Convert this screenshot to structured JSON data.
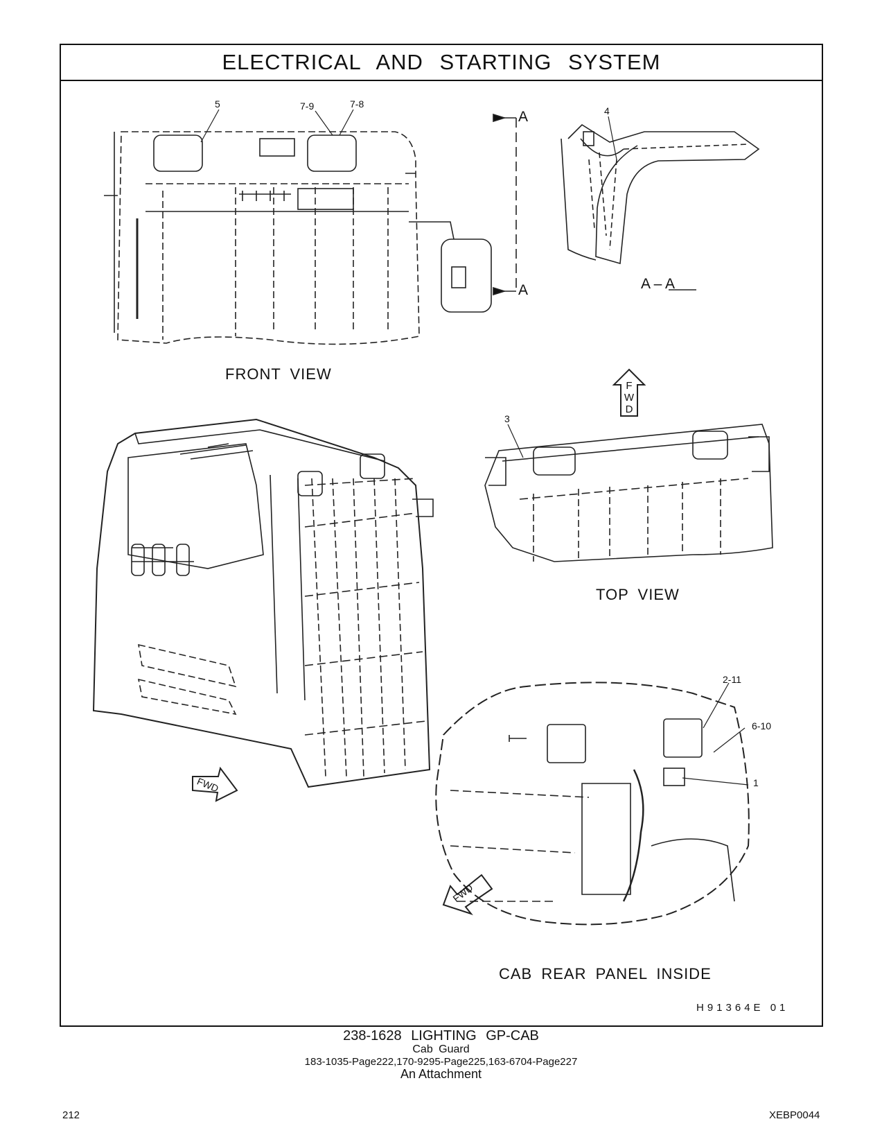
{
  "header": {
    "title": "ELECTRICAL AND STARTING SYSTEM"
  },
  "callouts": {
    "c5": "5",
    "c7_9": "7-9",
    "c7_8": "7-8",
    "c4": "4",
    "c3": "3",
    "c2_11": "2-11",
    "c6_10": "6-10",
    "c1": "1"
  },
  "section": {
    "a_top": "A",
    "a_bottom": "A",
    "a_a": "A – A"
  },
  "views": {
    "front": "FRONT VIEW",
    "top": "TOP VIEW",
    "rear": "CAB REAR PANEL INSIDE"
  },
  "arrows": {
    "fwd_vertical": "FWD",
    "fwd_1": "FWD",
    "fwd_2": "FWD"
  },
  "illustration_ref": "H91364E 01",
  "caption": {
    "line1": "238-1628 LIGHTING GP-CAB",
    "line2": "Cab Guard",
    "line3": "183-1035-Page222,170-9295-Page225,163-6704-Page227",
    "line4": "An Attachment"
  },
  "footer": {
    "page_number": "212",
    "doc_id": "XEBP0044"
  }
}
